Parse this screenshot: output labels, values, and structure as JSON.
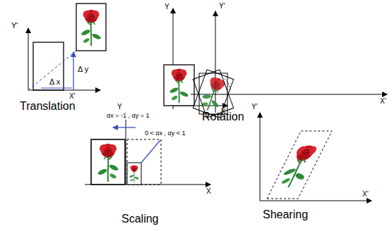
{
  "diagram": {
    "labels": [
      "Y'",
      "Δ y",
      "Δ x",
      "X'",
      "Translation",
      "Y",
      "X",
      "Y'",
      "X'",
      "Rotation",
      "Y",
      "αx = -1 , αy = 1",
      "0 < αx , αy < 1",
      "X",
      "Scaling",
      "Y'",
      "X'",
      "Shearing"
    ]
  }
}
